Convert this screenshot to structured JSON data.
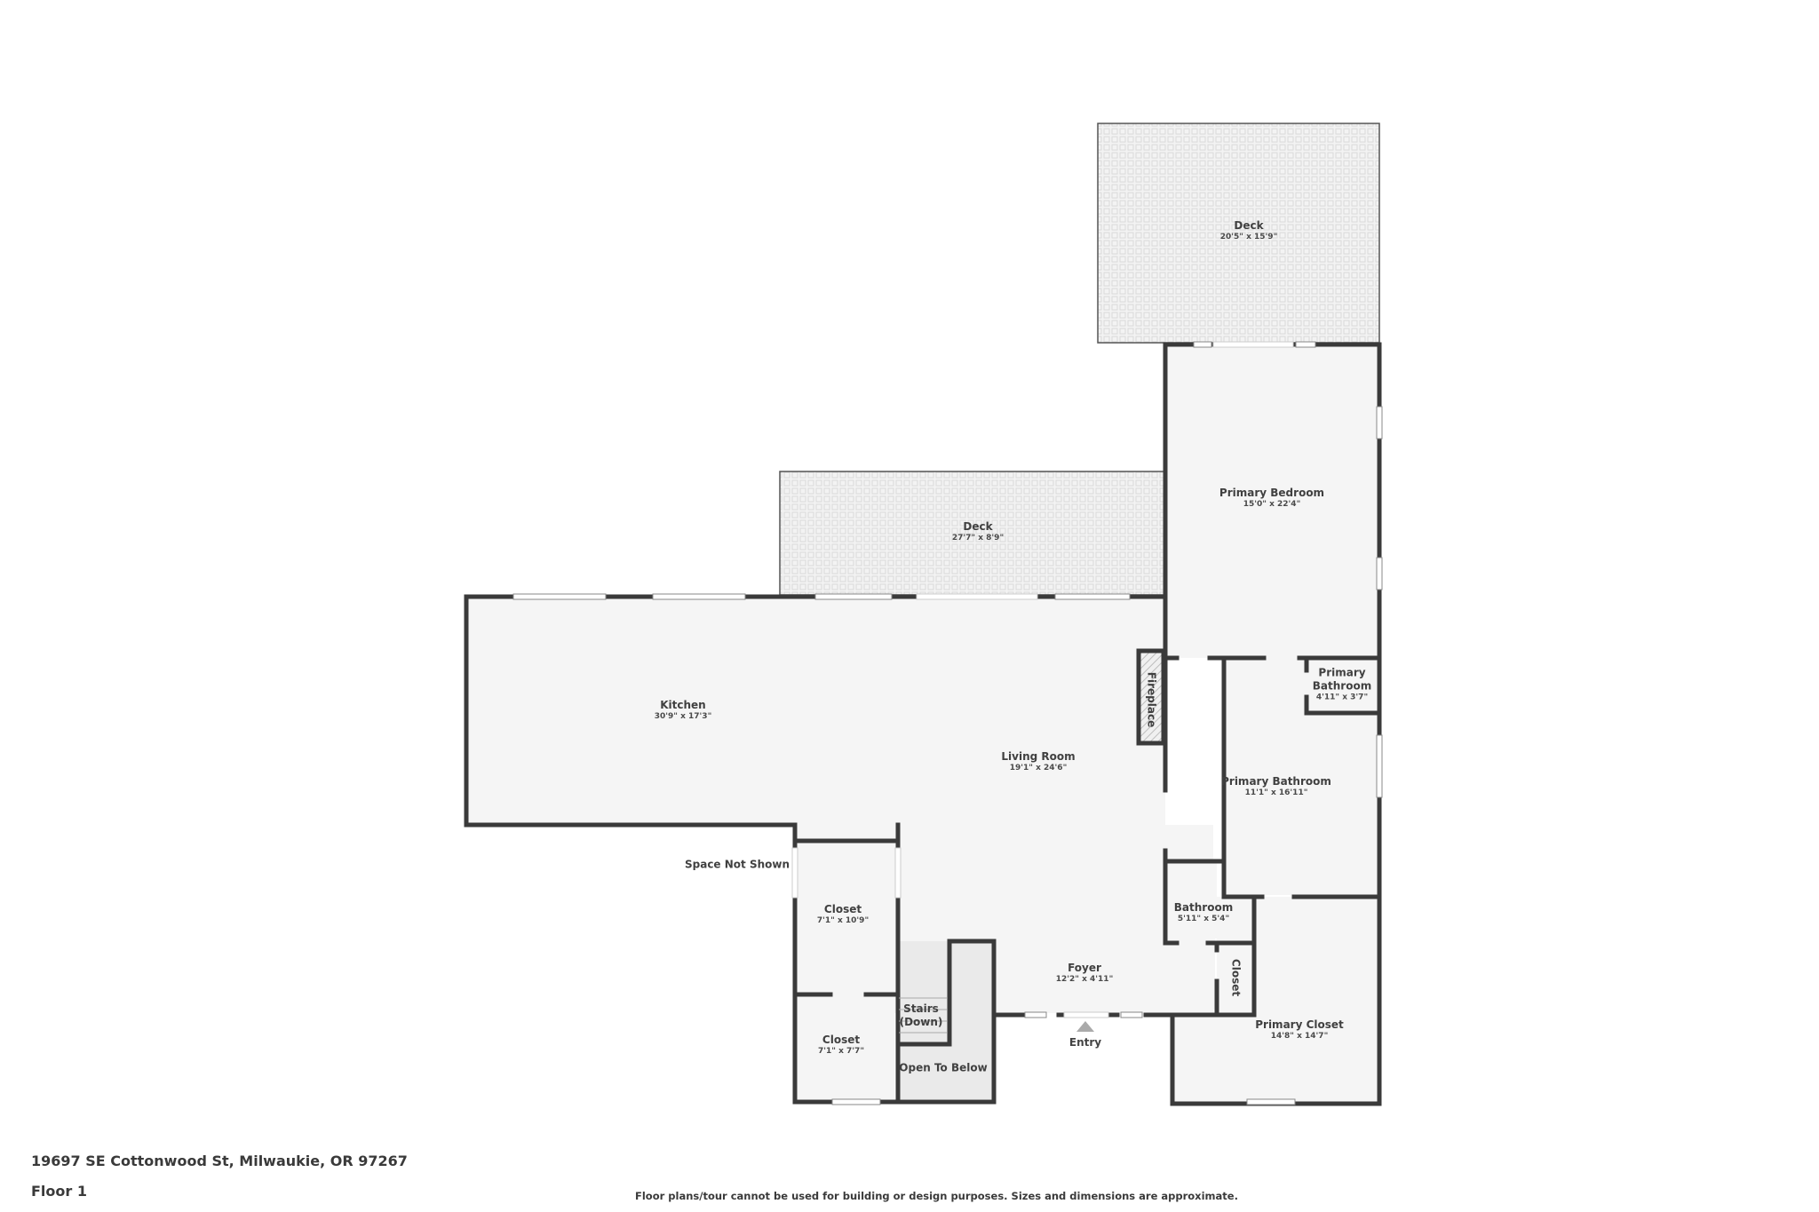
{
  "colors": {
    "wall": "#3a3a3a",
    "floor": "#f5f5f5",
    "deck_fill": "#f1f1f1",
    "deck_grid": "#dcdcdc",
    "open_to_below": "#eaeaea",
    "window": "#ffffff",
    "entry_arrow": "#aaaaaa"
  },
  "footer": {
    "address": "19697 SE Cottonwood St, Milwaukie, OR 97267",
    "floor": "Floor 1",
    "disclaimer": "Floor plans/tour cannot be used for building or design purposes. Sizes and dimensions are approximate."
  },
  "entry": {
    "label": "Entry"
  },
  "rooms": {
    "deck_upper": {
      "name": "Deck",
      "dims": "20'5\" x 15'9\""
    },
    "deck_lower": {
      "name": "Deck",
      "dims": "27'7\" x 8'9\""
    },
    "primary_bedroom": {
      "name": "Primary Bedroom",
      "dims": "15'0\" x 22'4\""
    },
    "kitchen": {
      "name": "Kitchen",
      "dims": "30'9\" x 17'3\""
    },
    "living_room": {
      "name": "Living Room",
      "dims": "19'1\" x 24'6\""
    },
    "fireplace": {
      "name": "Fireplace"
    },
    "primary_bathroom_small": {
      "name": "Primary Bathroom",
      "name_line1": "Primary",
      "name_line2": "Bathroom",
      "dims": "4'11\" x 3'7\""
    },
    "primary_bathroom": {
      "name": "Primary Bathroom",
      "dims": "11'1\" x 16'11\""
    },
    "bathroom": {
      "name": "Bathroom",
      "dims": "5'11\" x 5'4\""
    },
    "closet_small": {
      "name": "Closet"
    },
    "foyer": {
      "name": "Foyer",
      "dims": "12'2\" x 4'11\""
    },
    "primary_closet": {
      "name": "Primary Closet",
      "dims": "14'8\" x 14'7\""
    },
    "closet_upper": {
      "name": "Closet",
      "dims": "7'1\" x 10'9\""
    },
    "closet_lower": {
      "name": "Closet",
      "dims": "7'1\" x 7'7\""
    },
    "stairs": {
      "name_line1": "Stairs",
      "name_line2": "(Down)"
    },
    "open_to_below": {
      "name": "Open To Below"
    },
    "space_not_shown": {
      "name": "Space Not Shown"
    }
  }
}
